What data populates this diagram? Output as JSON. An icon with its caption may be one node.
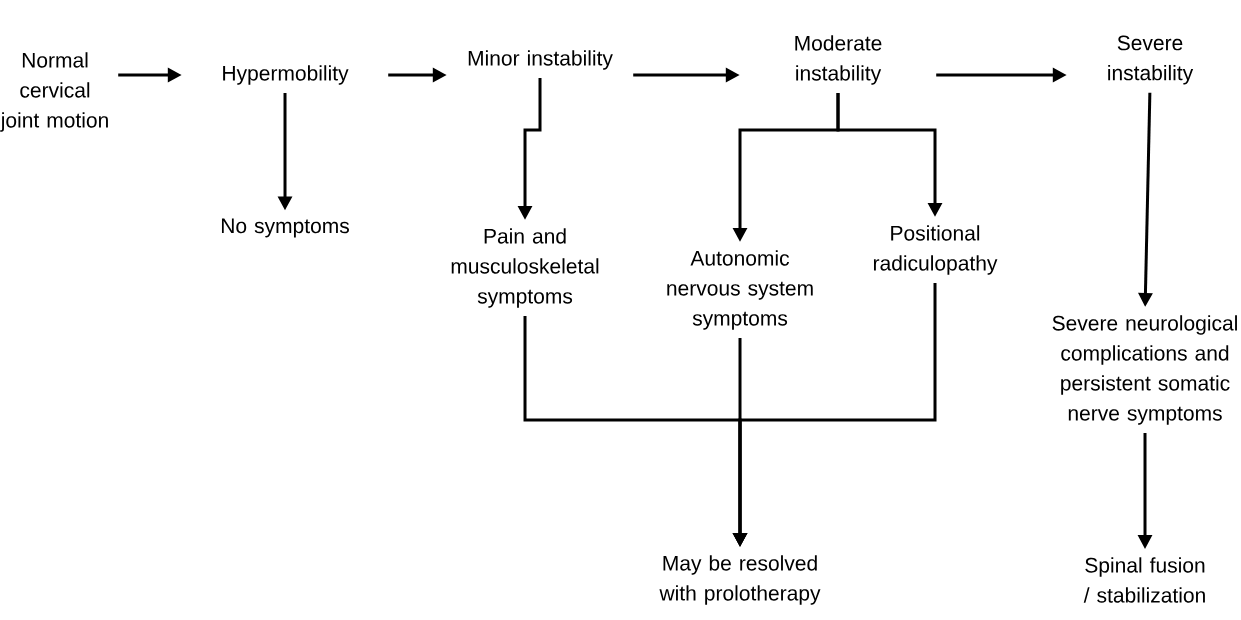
{
  "diagram": {
    "nodes": [
      {
        "text": [
          "Normal cervical joint motion"
        ]
      },
      {
        "text": [
          "Hypermobility"
        ]
      },
      {
        "text": [
          "Minor instability"
        ]
      },
      {
        "text": [
          "Moderate instability"
        ]
      },
      {
        "text": [
          "Severe instability"
        ]
      },
      {
        "text": [
          "No symptoms"
        ]
      },
      {
        "text": [
          "Pain and musculoskeletal symptoms"
        ]
      },
      {
        "text": [
          "Autonomic nervous system symptoms"
        ]
      },
      {
        "text": [
          "Positional radiculopathy"
        ]
      },
      {
        "text": [
          "Severe neurological complications and persistent somatic nerve symptoms"
        ]
      },
      {
        "text": [
          "May be resolved with prolotherapy"
        ]
      },
      {
        "text": [
          "Spinal fusion / stabilization"
        ]
      }
    ],
    "edges": [
      {
        "from": 0,
        "to": 1,
        "arrow": "to"
      },
      {
        "from": 1,
        "to": 2,
        "arrow": "to"
      },
      {
        "from": 2,
        "to": 3,
        "arrow": "to"
      },
      {
        "from": 3,
        "to": 4,
        "arrow": "to"
      },
      {
        "from": 1,
        "to": 5,
        "arrow": "to"
      },
      {
        "from": 2,
        "to": 6,
        "arrow": "to"
      },
      {
        "from": 3,
        "to": 7,
        "arrow": "to"
      },
      {
        "from": 3,
        "to": 8,
        "arrow": "to"
      },
      {
        "from": 4,
        "to": 9,
        "arrow": "to"
      },
      {
        "from": 6,
        "to": 10,
        "arrow": "to"
      },
      {
        "from": 7,
        "to": 10,
        "arrow": "to"
      },
      {
        "from": 8,
        "to": 10,
        "arrow": "to"
      },
      {
        "from": 9,
        "to": 11,
        "arrow": "to"
      }
    ]
  }
}
